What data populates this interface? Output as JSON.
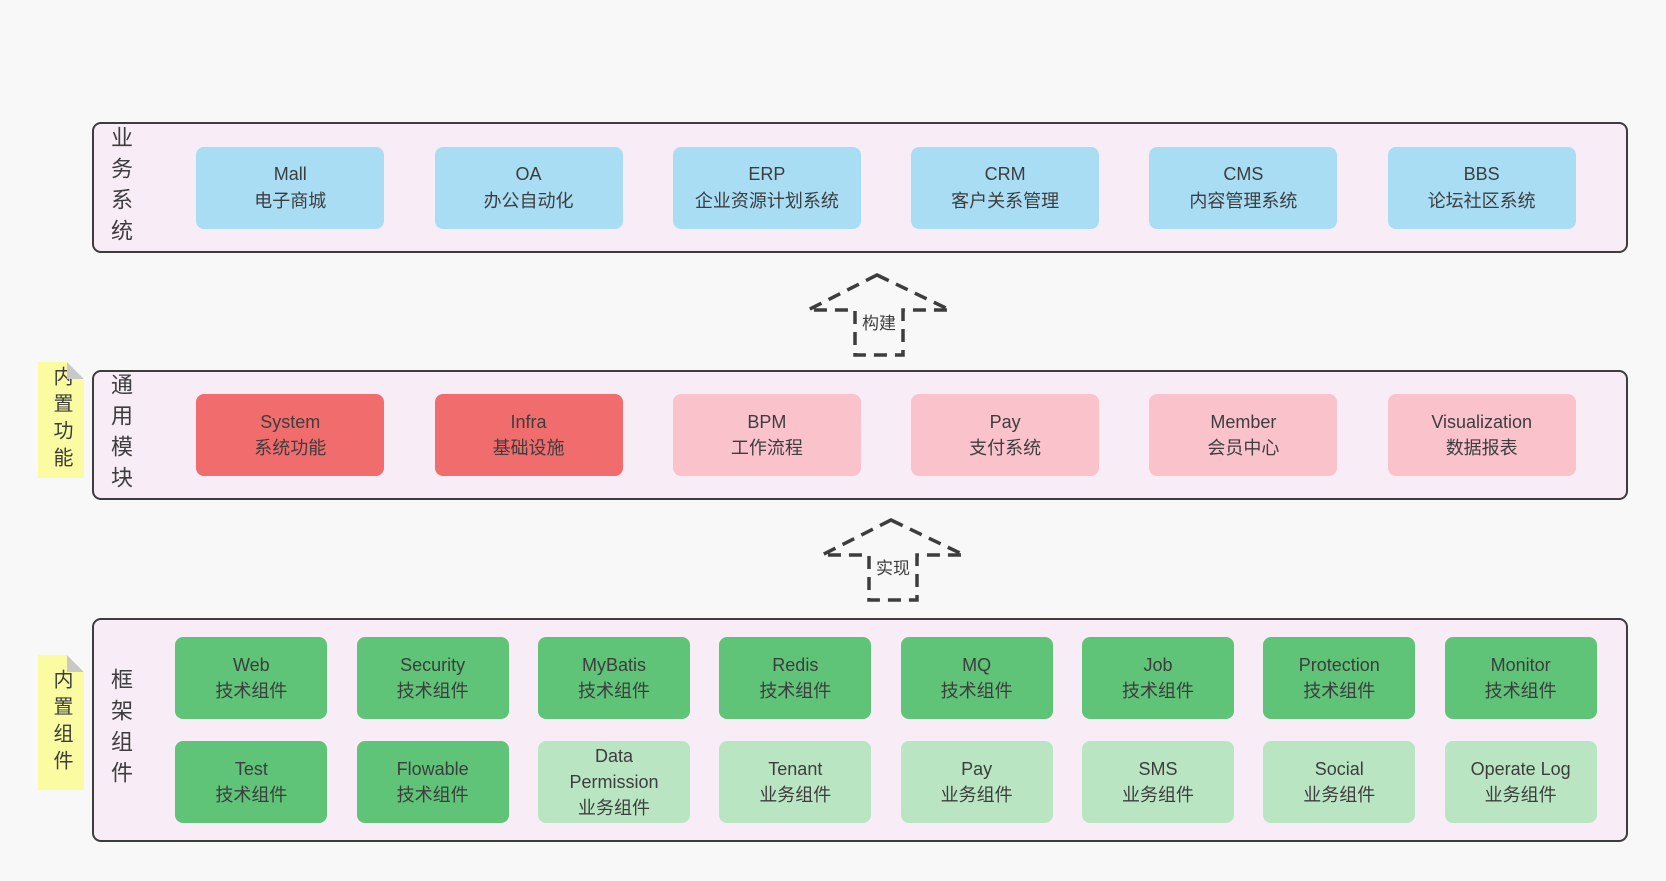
{
  "colors": {
    "page_bg": "#f8f8f8",
    "panel_bg": "#f8edf6",
    "panel_border": "#3d3d3d",
    "blue_box": "#a9ddf4",
    "red_box": "#f16c6d",
    "pink_box": "#fac3cc",
    "green_box": "#5fc378",
    "light_green_box": "#bae5c2",
    "sticky_bg": "#fbfba2",
    "sticky_fold": "#c9c9c9",
    "text": "#3d3d3d"
  },
  "arrows": {
    "build": {
      "label": "构建"
    },
    "implement": {
      "label": "实现"
    }
  },
  "business_layer": {
    "label": "业务系统",
    "boxes": [
      {
        "title": "Mall",
        "subtitle": "电子商城",
        "variant": "blue"
      },
      {
        "title": "OA",
        "subtitle": "办公自动化",
        "variant": "blue"
      },
      {
        "title": "ERP",
        "subtitle": "企业资源计划系统",
        "variant": "blue"
      },
      {
        "title": "CRM",
        "subtitle": "客户关系管理",
        "variant": "blue"
      },
      {
        "title": "CMS",
        "subtitle": "内容管理系统",
        "variant": "blue"
      },
      {
        "title": "BBS",
        "subtitle": "论坛社区系统",
        "variant": "blue"
      }
    ]
  },
  "module_layer": {
    "label": "通用模块",
    "sticky": "内置功能",
    "boxes": [
      {
        "title": "System",
        "subtitle": "系统功能",
        "variant": "red"
      },
      {
        "title": "Infra",
        "subtitle": "基础设施",
        "variant": "red"
      },
      {
        "title": "BPM",
        "subtitle": "工作流程",
        "variant": "pink"
      },
      {
        "title": "Pay",
        "subtitle": "支付系统",
        "variant": "pink"
      },
      {
        "title": "Member",
        "subtitle": "会员中心",
        "variant": "pink"
      },
      {
        "title": "Visualization",
        "subtitle": "数据报表",
        "variant": "pink"
      }
    ]
  },
  "component_layer": {
    "label": "框架组件",
    "sticky": "内置组件",
    "row1": [
      {
        "title": "Web",
        "subtitle": "技术组件",
        "variant": "green"
      },
      {
        "title": "Security",
        "subtitle": "技术组件",
        "variant": "green"
      },
      {
        "title": "MyBatis",
        "subtitle": "技术组件",
        "variant": "green"
      },
      {
        "title": "Redis",
        "subtitle": "技术组件",
        "variant": "green"
      },
      {
        "title": "MQ",
        "subtitle": "技术组件",
        "variant": "green"
      },
      {
        "title": "Job",
        "subtitle": "技术组件",
        "variant": "green"
      },
      {
        "title": "Protection",
        "subtitle": "技术组件",
        "variant": "green"
      },
      {
        "title": "Monitor",
        "subtitle": "技术组件",
        "variant": "green"
      }
    ],
    "row2": [
      {
        "title": "Test",
        "subtitle": "技术组件",
        "variant": "green"
      },
      {
        "title": "Flowable",
        "subtitle": "技术组件",
        "variant": "green"
      },
      {
        "title": "Data Permission",
        "subtitle": "业务组件",
        "variant": "light"
      },
      {
        "title": "Tenant",
        "subtitle": "业务组件",
        "variant": "light"
      },
      {
        "title": "Pay",
        "subtitle": "业务组件",
        "variant": "light"
      },
      {
        "title": "SMS",
        "subtitle": "业务组件",
        "variant": "light"
      },
      {
        "title": "Social",
        "subtitle": "业务组件",
        "variant": "light"
      },
      {
        "title": "Operate Log",
        "subtitle": "业务组件",
        "variant": "light"
      }
    ]
  }
}
